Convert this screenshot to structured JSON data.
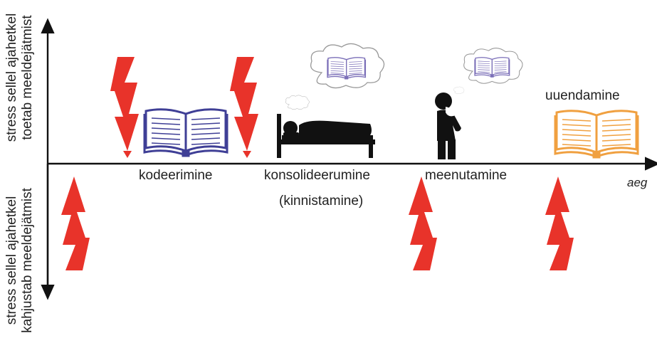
{
  "axis": {
    "label": "aeg",
    "upper_label": [
      "stress sellel ajahetkel",
      "toetab meeldejätmist"
    ],
    "lower_label": [
      "stress sellel ajahetkel",
      "kahjustab meeldejätmist"
    ]
  },
  "stages": [
    {
      "label": "kodeerimine"
    },
    {
      "label": "konsolideerumine",
      "sublabel": "(kinnistamine)"
    },
    {
      "label": "meenutamine"
    },
    {
      "label": "uuendamine"
    }
  ],
  "colors": {
    "lightning": "#e8332a",
    "book_blue": "#3f3f96",
    "book_dream": "#7b6fb8",
    "book_orange": "#f0a040",
    "silhouette": "#111111",
    "cloud": "#999999"
  },
  "icons": [
    "lightning-icon",
    "open-book-icon",
    "sleeping-person-icon",
    "thinking-person-icon",
    "thought-cloud-icon"
  ]
}
